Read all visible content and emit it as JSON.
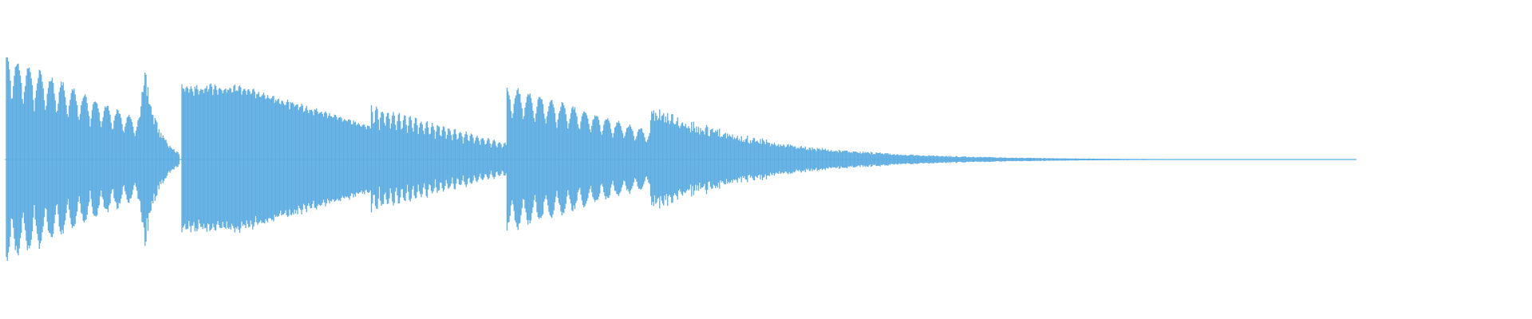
{
  "waveform": {
    "color": "#5DADE2",
    "background": "#FFFFFF",
    "shape": "mirrored amplitude envelope",
    "segments": [
      {
        "peak": 0.82,
        "type": "decay-pulses"
      },
      {
        "peak": 0.7,
        "type": "burst"
      },
      {
        "peak": 0.58,
        "type": "dense-sustain"
      },
      {
        "peak": 0.42,
        "type": "pulsed-sustain"
      },
      {
        "peak": 0.58,
        "type": "decay-pulses"
      },
      {
        "peak": 0.45,
        "type": "long-decay-tail"
      }
    ]
  }
}
